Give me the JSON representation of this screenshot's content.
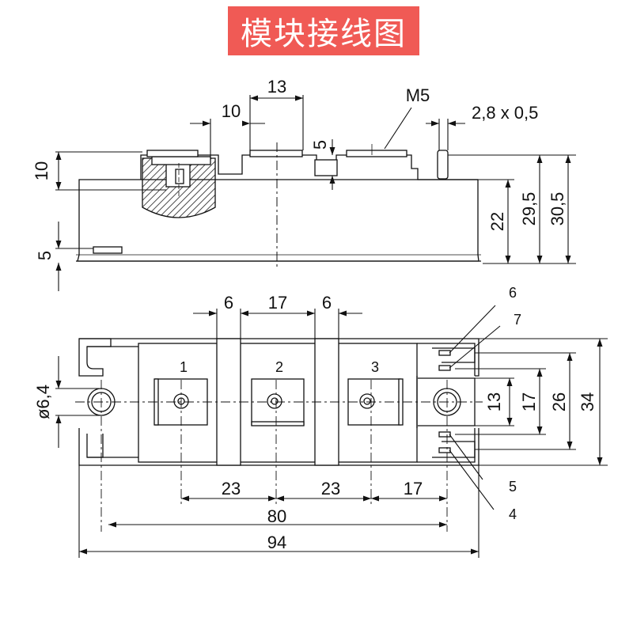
{
  "title": "模块接线图",
  "side_view": {
    "dims": {
      "top_width": "13",
      "offset_left": "10",
      "thread": "M5",
      "tab_size": "2,8 x 0,5",
      "terminal_height": "5",
      "left_upper": "10",
      "left_lower": "5",
      "h_base": "22",
      "h_terminal": "29,5",
      "h_total": "30,5"
    }
  },
  "top_view": {
    "dims": {
      "gap_left": "6",
      "mid_width": "17",
      "gap_right": "6",
      "hole_dia": "ø6,4",
      "pitch_a": "23",
      "pitch_b": "23",
      "edge_c": "17",
      "mount_span": "80",
      "overall_len": "94",
      "v_13": "13",
      "v_17": "17",
      "v_26": "26",
      "v_34": "34"
    },
    "terminals": [
      "1",
      "2",
      "3"
    ],
    "pins": [
      "6",
      "7",
      "5",
      "4"
    ]
  }
}
